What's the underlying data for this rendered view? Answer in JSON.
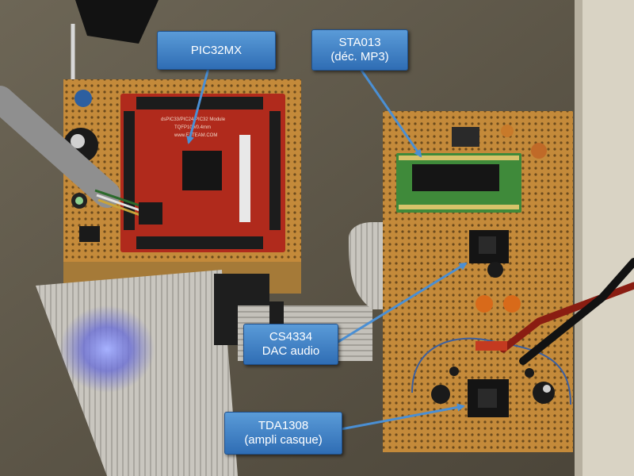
{
  "callouts": {
    "pic32mx": {
      "line1": "PIC32MX"
    },
    "sta013": {
      "line1": "STA013",
      "line2": "(déc. MP3)"
    },
    "cs4334": {
      "line1": "CS4334",
      "line2": "DAC audio"
    },
    "tda1308": {
      "line1": "TDA1308",
      "line2": "(ampli casque)"
    }
  },
  "silkscreen": {
    "module_line1": "dsPIC33/PIC24/PIC32 Module",
    "module_line2": "TQFP100/0.4mm",
    "module_line3": "www.ETTEAM.COM"
  },
  "colors": {
    "callout_fill": "#3a7cc4",
    "arrow": "#4a8fd4",
    "red_module": "#b02a1c",
    "stripboard": "#c9923e",
    "green_adapter": "#3f8a3a"
  }
}
